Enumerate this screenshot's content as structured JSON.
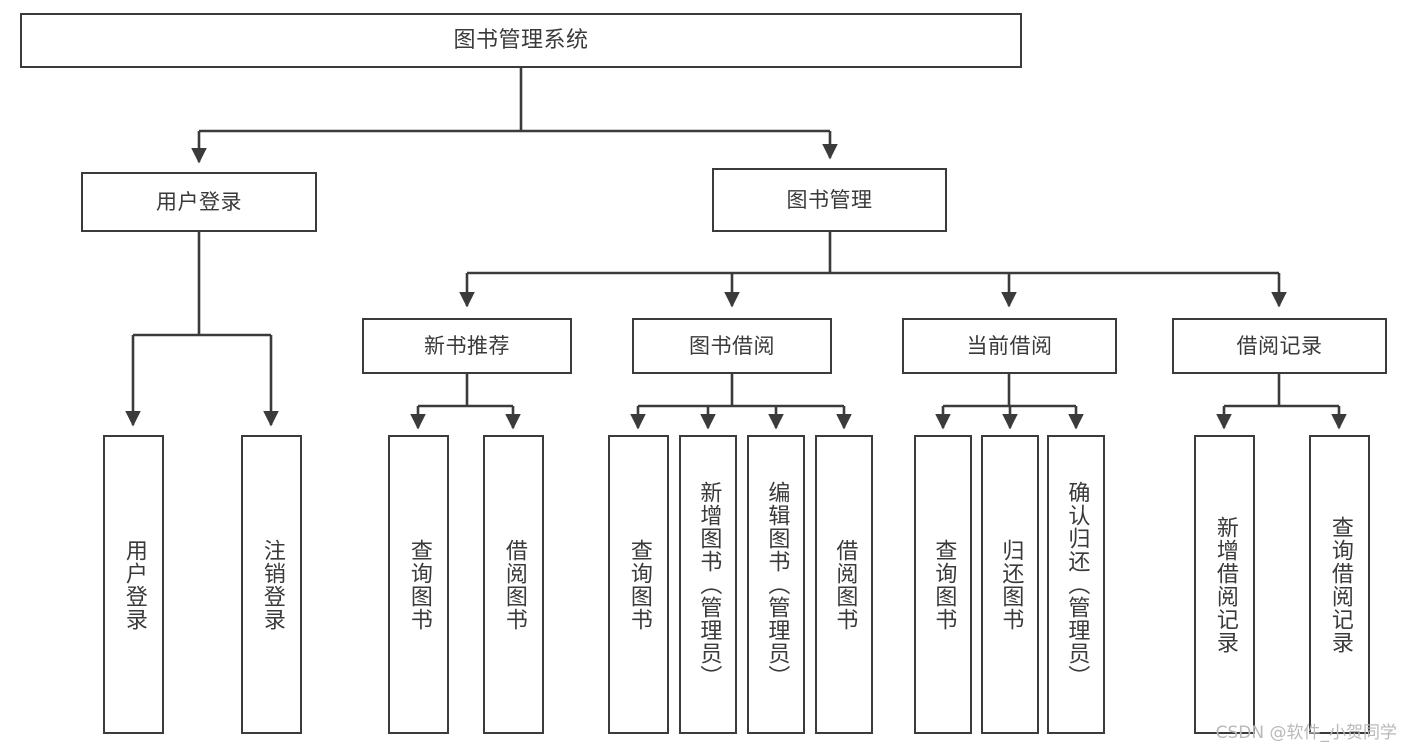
{
  "diagram": {
    "type": "tree",
    "title": "图书管理系统",
    "colors": {
      "stroke": "#3b3b3b",
      "box_fill": "#ffffff",
      "text": "#3a3a3a",
      "watermark": "#b9b9b9",
      "background": "#ffffff"
    },
    "root": {
      "label": "图书管理系统"
    },
    "level1": [
      {
        "id": "user-login",
        "label": "用户登录"
      },
      {
        "id": "book-manage",
        "label": "图书管理"
      }
    ],
    "level2": [
      {
        "id": "new-book-recommend",
        "label": "新书推荐",
        "parent": "book-manage"
      },
      {
        "id": "book-borrow",
        "label": "图书借阅",
        "parent": "book-manage"
      },
      {
        "id": "current-borrow",
        "label": "当前借阅",
        "parent": "book-manage"
      },
      {
        "id": "borrow-record",
        "label": "借阅记录",
        "parent": "book-manage"
      }
    ],
    "leaves": [
      {
        "id": "leaf-user-login",
        "label": "用户登录",
        "parent": "user-login"
      },
      {
        "id": "leaf-logout-login",
        "label": "注销登录",
        "parent": "user-login"
      },
      {
        "id": "leaf-query-book-1",
        "label": "查询图书",
        "parent": "new-book-recommend"
      },
      {
        "id": "leaf-borrow-book-1",
        "label": "借阅图书",
        "parent": "new-book-recommend"
      },
      {
        "id": "leaf-query-book-2",
        "label": "查询图书",
        "parent": "book-borrow"
      },
      {
        "id": "leaf-add-book",
        "label": "新增图书（管理员）",
        "parent": "book-borrow"
      },
      {
        "id": "leaf-edit-book",
        "label": "编辑图书（管理员）",
        "parent": "book-borrow"
      },
      {
        "id": "leaf-borrow-book-2",
        "label": "借阅图书",
        "parent": "book-borrow"
      },
      {
        "id": "leaf-query-book-3",
        "label": "查询图书",
        "parent": "current-borrow"
      },
      {
        "id": "leaf-return-book",
        "label": "归还图书",
        "parent": "current-borrow"
      },
      {
        "id": "leaf-confirm-return",
        "label": "确认归还（管理员）",
        "parent": "current-borrow"
      },
      {
        "id": "leaf-add-record",
        "label": "新增借阅记录",
        "parent": "borrow-record"
      },
      {
        "id": "leaf-query-record",
        "label": "查询借阅记录",
        "parent": "borrow-record"
      }
    ]
  },
  "watermark": {
    "text": "CSDN @软件_小贺同学"
  }
}
